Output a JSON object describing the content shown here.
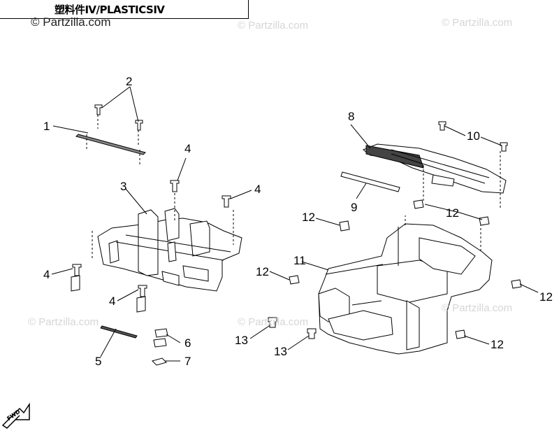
{
  "title": "塑料件Ⅳ/PLASTICSⅣ",
  "watermark": "© Partzilla.com",
  "forward_label": "FWD",
  "callouts": [
    {
      "id": "c1",
      "text": "1"
    },
    {
      "id": "c2",
      "text": "2"
    },
    {
      "id": "c3",
      "text": "3"
    },
    {
      "id": "c4a",
      "text": "4"
    },
    {
      "id": "c4b",
      "text": "4"
    },
    {
      "id": "c4c",
      "text": "4"
    },
    {
      "id": "c4d",
      "text": "4"
    },
    {
      "id": "c5",
      "text": "5"
    },
    {
      "id": "c6",
      "text": "6"
    },
    {
      "id": "c7",
      "text": "7"
    },
    {
      "id": "c8",
      "text": "8"
    },
    {
      "id": "c9",
      "text": "9"
    },
    {
      "id": "c10",
      "text": "10"
    },
    {
      "id": "c11",
      "text": "11"
    },
    {
      "id": "c12a",
      "text": "12"
    },
    {
      "id": "c12b",
      "text": "12"
    },
    {
      "id": "c12c",
      "text": "12"
    },
    {
      "id": "c12d",
      "text": "12"
    },
    {
      "id": "c12e",
      "text": "12"
    },
    {
      "id": "c13a",
      "text": "13"
    },
    {
      "id": "c13b",
      "text": "13"
    }
  ]
}
